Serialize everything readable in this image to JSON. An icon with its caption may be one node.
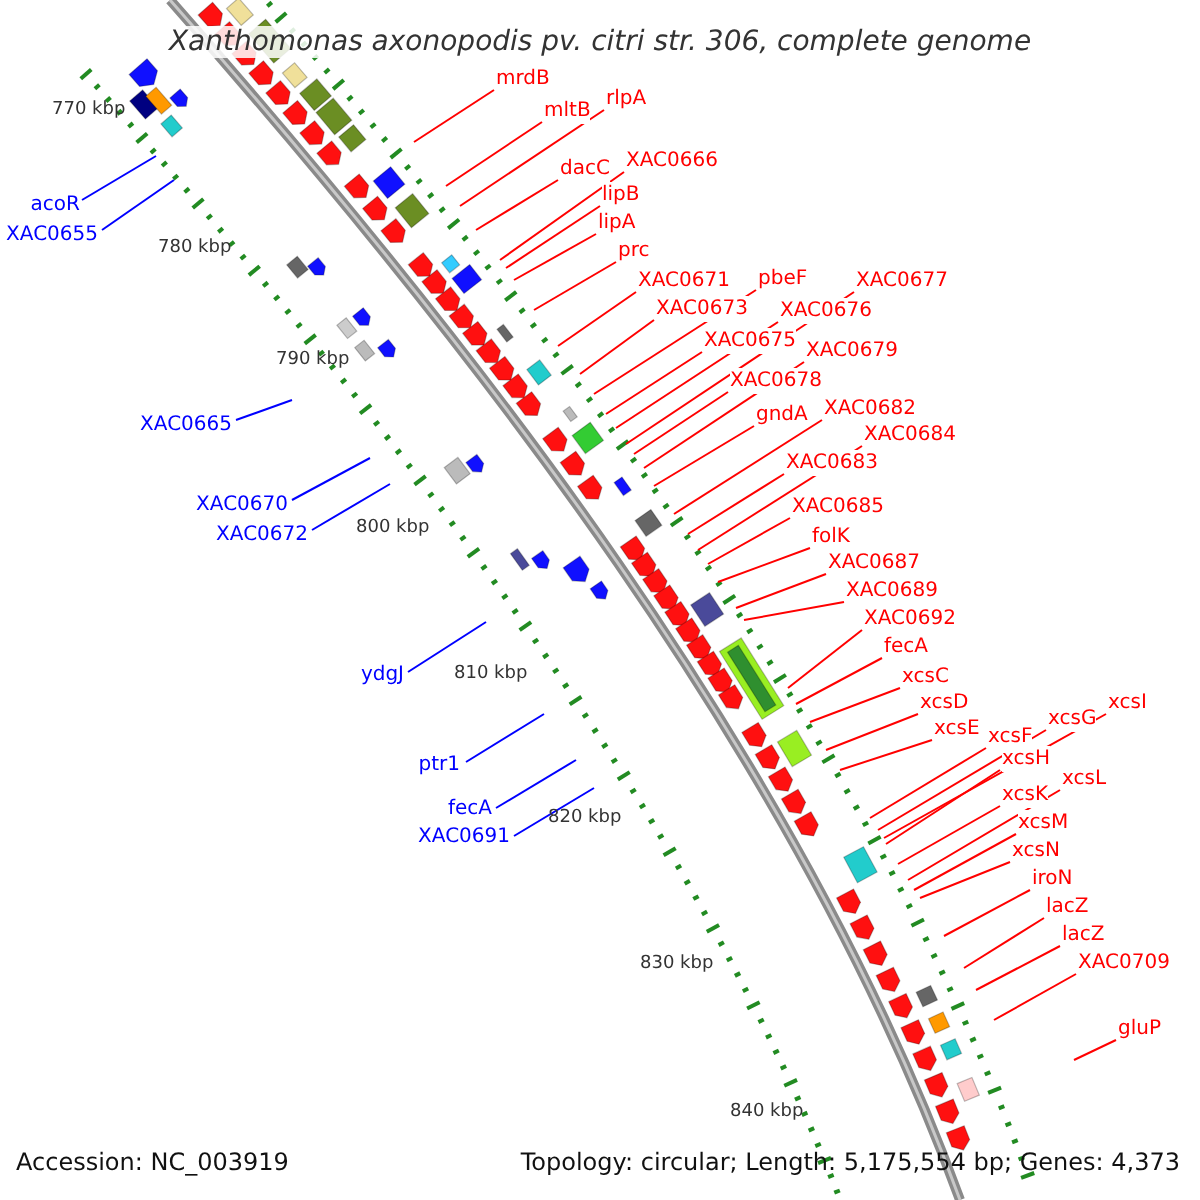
{
  "diagram": {
    "title": "Xanthomonas axonopodis pv. citri str. 306, complete genome",
    "nodes": [
      {
        "text": [
          "acoR"
        ]
      },
      {
        "text": [
          "XAC0655"
        ]
      },
      {
        "text": [
          "XAC0665"
        ]
      },
      {
        "text": [
          "XAC0670"
        ]
      },
      {
        "text": [
          "XAC0672"
        ]
      },
      {
        "text": [
          "ydgJ"
        ]
      },
      {
        "text": [
          "ptr1"
        ]
      },
      {
        "text": [
          "fecA"
        ]
      },
      {
        "text": [
          "XAC0691"
        ]
      },
      {
        "text": [
          "mrdB"
        ]
      },
      {
        "text": [
          "mltB"
        ]
      },
      {
        "text": [
          "rlpA"
        ]
      },
      {
        "text": [
          "dacC"
        ]
      },
      {
        "text": [
          "XAC0666"
        ]
      },
      {
        "text": [
          "lipB"
        ]
      },
      {
        "text": [
          "lipA"
        ]
      },
      {
        "text": [
          "prc"
        ]
      },
      {
        "text": [
          "XAC0671"
        ]
      },
      {
        "text": [
          "pbeF"
        ]
      },
      {
        "text": [
          "XAC0677"
        ]
      },
      {
        "text": [
          "XAC0673"
        ]
      },
      {
        "text": [
          "XAC0676"
        ]
      },
      {
        "text": [
          "XAC0675"
        ]
      },
      {
        "text": [
          "XAC0679"
        ]
      },
      {
        "text": [
          "XAC0678"
        ]
      },
      {
        "text": [
          "gndA"
        ]
      },
      {
        "text": [
          "XAC0682"
        ]
      },
      {
        "text": [
          "XAC0684"
        ]
      },
      {
        "text": [
          "XAC0683"
        ]
      },
      {
        "text": [
          "XAC0685"
        ]
      },
      {
        "text": [
          "folK"
        ]
      },
      {
        "text": [
          "XAC0687"
        ]
      },
      {
        "text": [
          "XAC0689"
        ]
      },
      {
        "text": [
          "XAC0692"
        ]
      },
      {
        "text": [
          "fecA"
        ]
      },
      {
        "text": [
          "xcsC"
        ]
      },
      {
        "text": [
          "xcsD"
        ]
      },
      {
        "text": [
          "xcsE"
        ]
      },
      {
        "text": [
          "xcsF"
        ]
      },
      {
        "text": [
          "xcsG"
        ]
      },
      {
        "text": [
          "xcsI"
        ]
      },
      {
        "text": [
          "xcsH"
        ]
      },
      {
        "text": [
          "xcsL"
        ]
      },
      {
        "text": [
          "xcsK"
        ]
      },
      {
        "text": [
          "xcsM"
        ]
      },
      {
        "text": [
          "xcsN"
        ]
      },
      {
        "text": [
          "iroN"
        ]
      },
      {
        "text": [
          "lacZ"
        ]
      },
      {
        "text": [
          "lacZ"
        ]
      },
      {
        "text": [
          "XAC0709"
        ]
      },
      {
        "text": [
          "gluP"
        ]
      }
    ],
    "edges": [
      {
        "from": 0,
        "to": null,
        "arrow": "none",
        "color": "#0000ff"
      },
      {
        "from": 1,
        "to": null,
        "arrow": "none",
        "color": "#0000ff"
      },
      {
        "from": 2,
        "to": null,
        "arrow": "none",
        "color": "#0000ff"
      },
      {
        "from": 3,
        "to": null,
        "arrow": "none",
        "color": "#0000ff"
      },
      {
        "from": 4,
        "to": null,
        "arrow": "none",
        "color": "#0000ff"
      },
      {
        "from": 5,
        "to": null,
        "arrow": "none",
        "color": "#0000ff"
      },
      {
        "from": 6,
        "to": null,
        "arrow": "none",
        "color": "#0000ff"
      },
      {
        "from": 7,
        "to": null,
        "arrow": "none",
        "color": "#0000ff"
      },
      {
        "from": 8,
        "to": null,
        "arrow": "none",
        "color": "#0000ff"
      },
      {
        "from": 9,
        "to": null,
        "arrow": "none"
      },
      {
        "from": 10,
        "to": null,
        "arrow": "none"
      },
      {
        "from": 11,
        "to": null,
        "arrow": "none"
      },
      {
        "from": 12,
        "to": null,
        "arrow": "none"
      },
      {
        "from": 13,
        "to": null,
        "arrow": "none"
      },
      {
        "from": 14,
        "to": null,
        "arrow": "none"
      },
      {
        "from": 15,
        "to": null,
        "arrow": "none"
      },
      {
        "from": 16,
        "to": null,
        "arrow": "none"
      },
      {
        "from": 17,
        "to": null,
        "arrow": "none"
      },
      {
        "from": 18,
        "to": null,
        "arrow": "none"
      },
      {
        "from": 19,
        "to": null,
        "arrow": "none"
      },
      {
        "from": 20,
        "to": null,
        "arrow": "none"
      },
      {
        "from": 21,
        "to": null,
        "arrow": "none"
      },
      {
        "from": 22,
        "to": null,
        "arrow": "none"
      },
      {
        "from": 23,
        "to": null,
        "arrow": "none"
      },
      {
        "from": 24,
        "to": null,
        "arrow": "none"
      },
      {
        "from": 25,
        "to": null,
        "arrow": "none"
      },
      {
        "from": 26,
        "to": null,
        "arrow": "none"
      },
      {
        "from": 27,
        "to": null,
        "arrow": "none"
      },
      {
        "from": 28,
        "to": null,
        "arrow": "none"
      },
      {
        "from": 29,
        "to": null,
        "arrow": "none"
      },
      {
        "from": 30,
        "to": null,
        "arrow": "none"
      },
      {
        "from": 31,
        "to": null,
        "arrow": "none"
      },
      {
        "from": 32,
        "to": null,
        "arrow": "none"
      },
      {
        "from": 33,
        "to": null,
        "arrow": "none"
      },
      {
        "from": 34,
        "to": null,
        "arrow": "none"
      },
      {
        "from": 35,
        "to": null,
        "arrow": "none"
      },
      {
        "from": 36,
        "to": null,
        "arrow": "none"
      },
      {
        "from": 37,
        "to": null,
        "arrow": "none"
      },
      {
        "from": 38,
        "to": null,
        "arrow": "none"
      },
      {
        "from": 39,
        "to": null,
        "arrow": "none"
      },
      {
        "from": 40,
        "to": null,
        "arrow": "none"
      },
      {
        "from": 41,
        "to": null,
        "arrow": "none"
      },
      {
        "from": 42,
        "to": null,
        "arrow": "none"
      },
      {
        "from": 43,
        "to": null,
        "arrow": "none"
      },
      {
        "from": 44,
        "to": null,
        "arrow": "none"
      },
      {
        "from": 45,
        "to": null,
        "arrow": "none"
      },
      {
        "from": 46,
        "to": null,
        "arrow": "none"
      },
      {
        "from": 47,
        "to": null,
        "arrow": "none"
      },
      {
        "from": 48,
        "to": null,
        "arrow": "none"
      },
      {
        "from": 49,
        "to": null,
        "arrow": "none"
      },
      {
        "from": 50,
        "to": null,
        "arrow": "none"
      }
    ],
    "labels": [
      "770 kbp",
      "780 kbp",
      "790 kbp",
      "800 kbp",
      "810 kbp",
      "820 kbp",
      "830 kbp",
      "840 kbp",
      "Accession: NC_003919",
      "Topology: circular; Length: 5,175,554 bp; Genes: 4,373"
    ]
  }
}
